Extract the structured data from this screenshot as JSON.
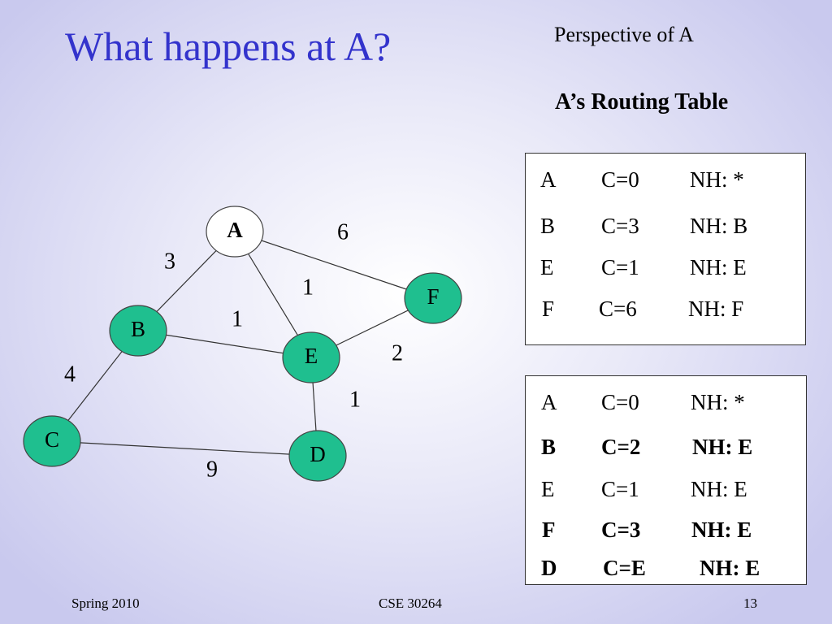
{
  "title": "What happens at A?",
  "perspective": "Perspective of A",
  "routing_table_title": "A’s Routing Table",
  "graph": {
    "nodes": [
      {
        "id": "A",
        "label": "A",
        "fill": "#ffffff",
        "bold": true
      },
      {
        "id": "B",
        "label": "B",
        "fill": "#1fbf8f"
      },
      {
        "id": "C",
        "label": "C",
        "fill": "#1fbf8f"
      },
      {
        "id": "D",
        "label": "D",
        "fill": "#1fbf8f"
      },
      {
        "id": "E",
        "label": "E",
        "fill": "#1fbf8f"
      },
      {
        "id": "F",
        "label": "F",
        "fill": "#1fbf8f"
      }
    ],
    "edges": [
      {
        "from": "A",
        "to": "B",
        "weight": "3"
      },
      {
        "from": "A",
        "to": "F",
        "weight": "6"
      },
      {
        "from": "A",
        "to": "E",
        "weight": "1"
      },
      {
        "from": "B",
        "to": "E",
        "weight": "1"
      },
      {
        "from": "E",
        "to": "F",
        "weight": "2"
      },
      {
        "from": "B",
        "to": "C",
        "weight": "4"
      },
      {
        "from": "E",
        "to": "D",
        "weight": "1"
      },
      {
        "from": "C",
        "to": "D",
        "weight": "9"
      }
    ]
  },
  "table1": {
    "rows": [
      {
        "dest": "A",
        "cost": "C=0",
        "next_hop": "NH: *",
        "bold": false
      },
      {
        "dest": "B",
        "cost": "C=3",
        "next_hop": "NH: B",
        "bold": false
      },
      {
        "dest": "E",
        "cost": "C=1",
        "next_hop": "NH: E",
        "bold": false
      },
      {
        "dest": "F",
        "cost": "C=6",
        "next_hop": "NH: F",
        "bold": false
      }
    ]
  },
  "table2": {
    "rows": [
      {
        "dest": "A",
        "cost": "C=0",
        "next_hop": "NH: *",
        "bold": false
      },
      {
        "dest": "B",
        "cost": "C=2",
        "next_hop": "NH: E",
        "bold": true
      },
      {
        "dest": "E",
        "cost": "C=1",
        "next_hop": "NH: E",
        "bold": false
      },
      {
        "dest": "F",
        "cost": "C=3",
        "next_hop": "NH: E",
        "bold": true
      },
      {
        "dest": "D",
        "cost": "C=E",
        "next_hop": "NH: E",
        "bold": true
      }
    ]
  },
  "footer": {
    "left": "Spring 2010",
    "center": "CSE 30264",
    "right": "13"
  }
}
